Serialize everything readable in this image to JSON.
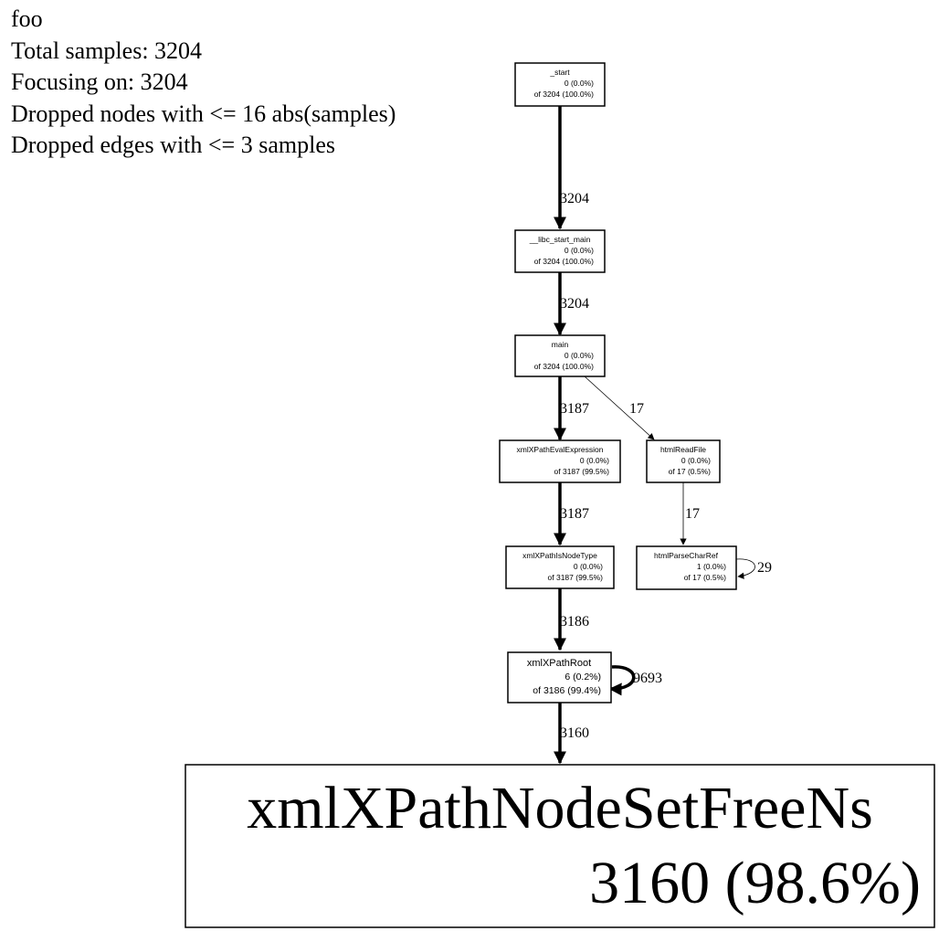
{
  "legend": {
    "title": "foo",
    "total": "Total samples: 3204",
    "focus": "Focusing on: 3204",
    "dropped_nodes": "Dropped nodes with <= 16 abs(samples)",
    "dropped_edges": "Dropped edges with <= 3 samples"
  },
  "nodes": {
    "start": {
      "name": "_start",
      "self": "0 (0.0%)",
      "cum": "of 3204 (100.0%)"
    },
    "libc_start_main": {
      "name": "__libc_start_main",
      "self": "0 (0.0%)",
      "cum": "of 3204 (100.0%)"
    },
    "main": {
      "name": "main",
      "self": "0 (0.0%)",
      "cum": "of 3204 (100.0%)"
    },
    "xpath_eval": {
      "name": "xmlXPathEvalExpression",
      "self": "0 (0.0%)",
      "cum": "of 3187 (99.5%)"
    },
    "html_read_file": {
      "name": "htmlReadFile",
      "self": "0 (0.0%)",
      "cum": "of 17 (0.5%)"
    },
    "xpath_is_node_type": {
      "name": "xmlXPathIsNodeType",
      "self": "0 (0.0%)",
      "cum": "of 3187 (99.5%)"
    },
    "html_parse_char_ref": {
      "name": "htmlParseCharRef",
      "self": "1 (0.0%)",
      "cum": "of 17 (0.5%)"
    },
    "xpath_root": {
      "name": "xmlXPathRoot",
      "self": "6 (0.2%)",
      "cum": "of 3186 (99.4%)"
    },
    "node_set_free_ns": {
      "name": "xmlXPathNodeSetFreeNs",
      "self": "3160 (98.6%)"
    }
  },
  "edges": {
    "start_to_libc": "3204",
    "libc_to_main": "3204",
    "main_to_eval": "3187",
    "main_to_htmlread": "17",
    "eval_to_isnodetype": "3187",
    "htmlread_to_parsecharref": "17",
    "parsecharref_self": "29",
    "isnodetype_to_root": "3186",
    "root_self": "9693",
    "root_to_freens": "3160"
  }
}
